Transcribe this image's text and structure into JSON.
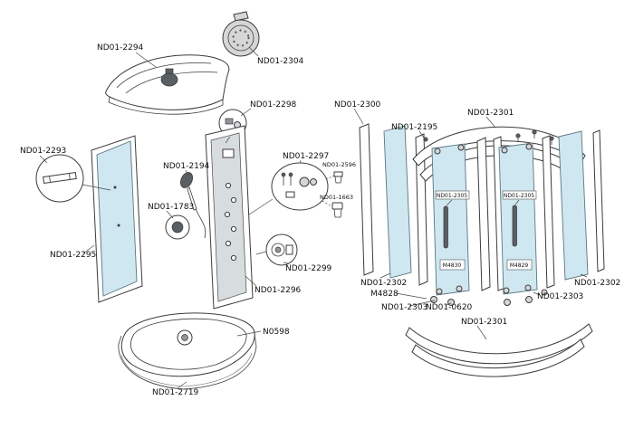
{
  "diagram": {
    "kind": "exploded-parts-diagram"
  },
  "colors": {
    "background": "#ffffff",
    "line": "#3c3c3c",
    "glass_blue": "#cfe7f0",
    "panel_gray": "#d7dcdf",
    "dark_part": "#5a5f63"
  },
  "labels": {
    "nd01_2294": "ND01-2294",
    "nd01_2304": "ND01-2304",
    "nd01_2298": "ND01-2298",
    "nd01_2293": "ND01-2293",
    "nd01_2194": "ND01-2194",
    "nd01_2297": "ND01-2297",
    "nd01_2596": "ND01-2596",
    "nd01_1663": "ND01-1663",
    "nd01_1783": "ND01-1783",
    "nd01_2295": "ND01-2295",
    "nd01_2299": "ND01-2299",
    "nd01_2296": "ND01-2296",
    "n0598": "N0598",
    "nd01_2719": "ND01-2719",
    "nd01_2300": "ND01-2300",
    "nd01_2301": "ND01-2301",
    "nd01_2195": "ND01-2195",
    "nd01_2305": "ND01-2305",
    "m4830": "M4830",
    "m4829": "M4829",
    "nd01_2302": "ND01-2302",
    "m4828": "M4828",
    "nd01_2303": "ND01-2303",
    "nd01_0620": "ND01-0620"
  }
}
